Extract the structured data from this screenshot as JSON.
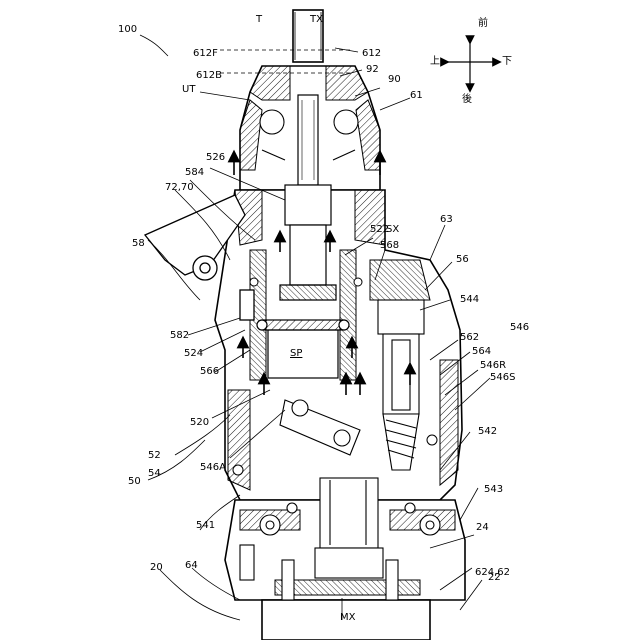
{
  "labels": {
    "fig_ref": "100",
    "t": "T",
    "tx": "TX",
    "l612f": "612F",
    "l612": "612",
    "l612b": "612B",
    "l92": "92",
    "l90": "90",
    "ut": "UT",
    "l61": "61",
    "l526": "526",
    "l584": "584",
    "l7270": "72,70",
    "l522": "522",
    "sx": "SX",
    "l568": "568",
    "l63": "63",
    "l58": "58",
    "l56": "56",
    "l544": "544",
    "l582": "582",
    "l524": "524",
    "l566": "566",
    "sp": "SP",
    "l562": "562",
    "l564": "564",
    "l546r": "546R",
    "l546": "546",
    "l546s": "546S",
    "l520": "520",
    "l52": "52",
    "l546a": "546A",
    "l542": "542",
    "l50": "50",
    "l54": "54",
    "l543": "543",
    "l541": "541",
    "l24": "24",
    "l20": "20",
    "l64": "64",
    "l62462": "624,62",
    "l22": "22",
    "mx": "MX"
  },
  "compass": {
    "up": "上",
    "front": "前",
    "down": "下",
    "back": "後"
  }
}
